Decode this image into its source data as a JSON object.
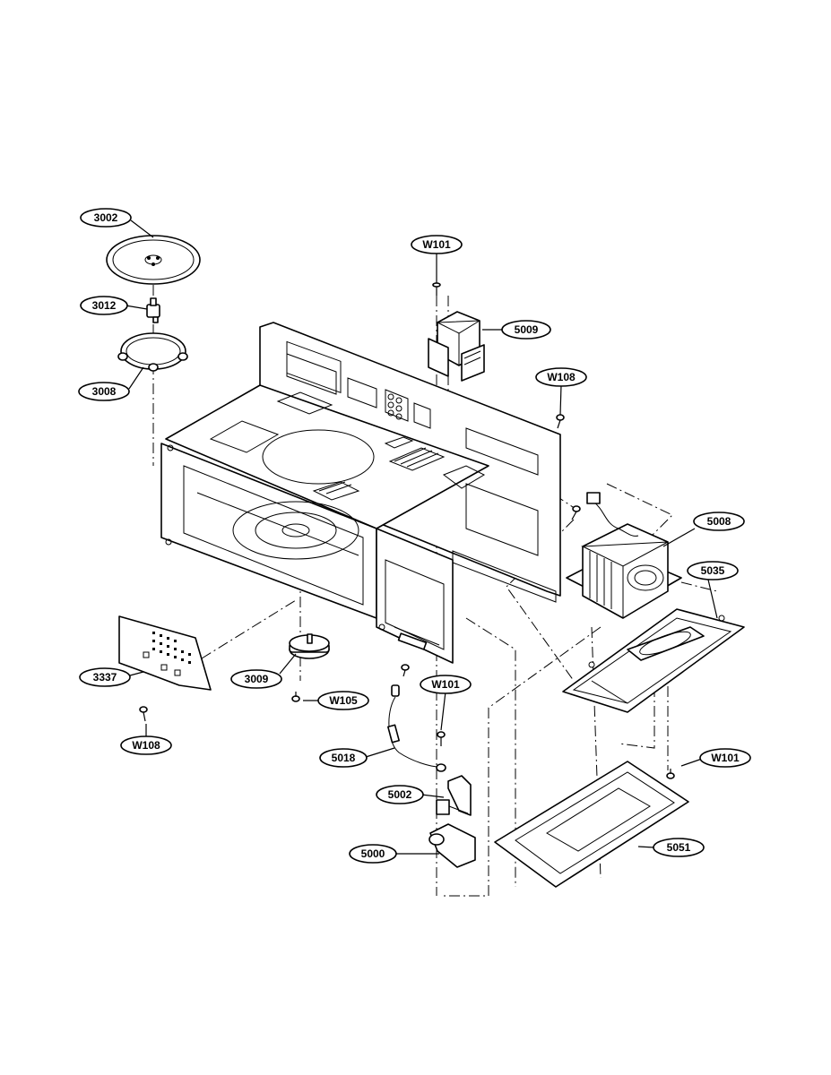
{
  "callouts": {
    "c3002": "3002",
    "c3012": "3012",
    "c3008": "3008",
    "c3009": "3009",
    "c3337": "3337",
    "c5000": "5000",
    "c5002": "5002",
    "c5008": "5008",
    "c5009": "5009",
    "c5018": "5018",
    "c5035": "5035",
    "c5051": "5051",
    "w101_top": "W101",
    "w101_mid": "W101",
    "w101_right": "W101",
    "w105": "W105",
    "w108_top": "W108",
    "w108_left": "W108"
  }
}
